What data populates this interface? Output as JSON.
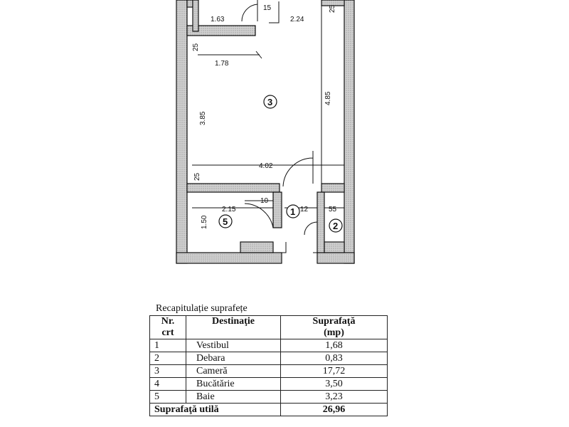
{
  "plan": {
    "room_numbers": [
      "1",
      "2",
      "3",
      "5"
    ],
    "dimensions": {
      "d_163": "1.63",
      "d_15": "15",
      "d_224": "2.24",
      "d_25_top_right": "25",
      "d_25_upper_left": "25",
      "d_178": "1.78",
      "d_385": "3.85",
      "d_485": "4.85",
      "d_402": "4.02",
      "d_25_lower_left": "25",
      "d_215": "2.15",
      "d_10": "10",
      "d_12": "12",
      "d_55": "55",
      "d_150": "1.50"
    },
    "colors": {
      "wall": "#c8c8c8",
      "ink": "#111111"
    }
  },
  "summary": {
    "title": "Recapitulație suprafețe",
    "headers": {
      "nr": [
        "Nr.",
        "crt"
      ],
      "destination": "Destinaţie",
      "area": [
        "Suprafaţă",
        "(mp)"
      ]
    },
    "rows": [
      {
        "nr": "1",
        "name": "Vestibul",
        "area": "1,68"
      },
      {
        "nr": "2",
        "name": "Debara",
        "area": "0,83"
      },
      {
        "nr": "3",
        "name": "Cameră",
        "area": "17,72"
      },
      {
        "nr": "4",
        "name": "Bucătărie",
        "area": "3,50"
      },
      {
        "nr": "5",
        "name": "Baie",
        "area": "3,23"
      }
    ],
    "total": {
      "label": "Suprafaţă utilă",
      "value": "26,96"
    }
  }
}
